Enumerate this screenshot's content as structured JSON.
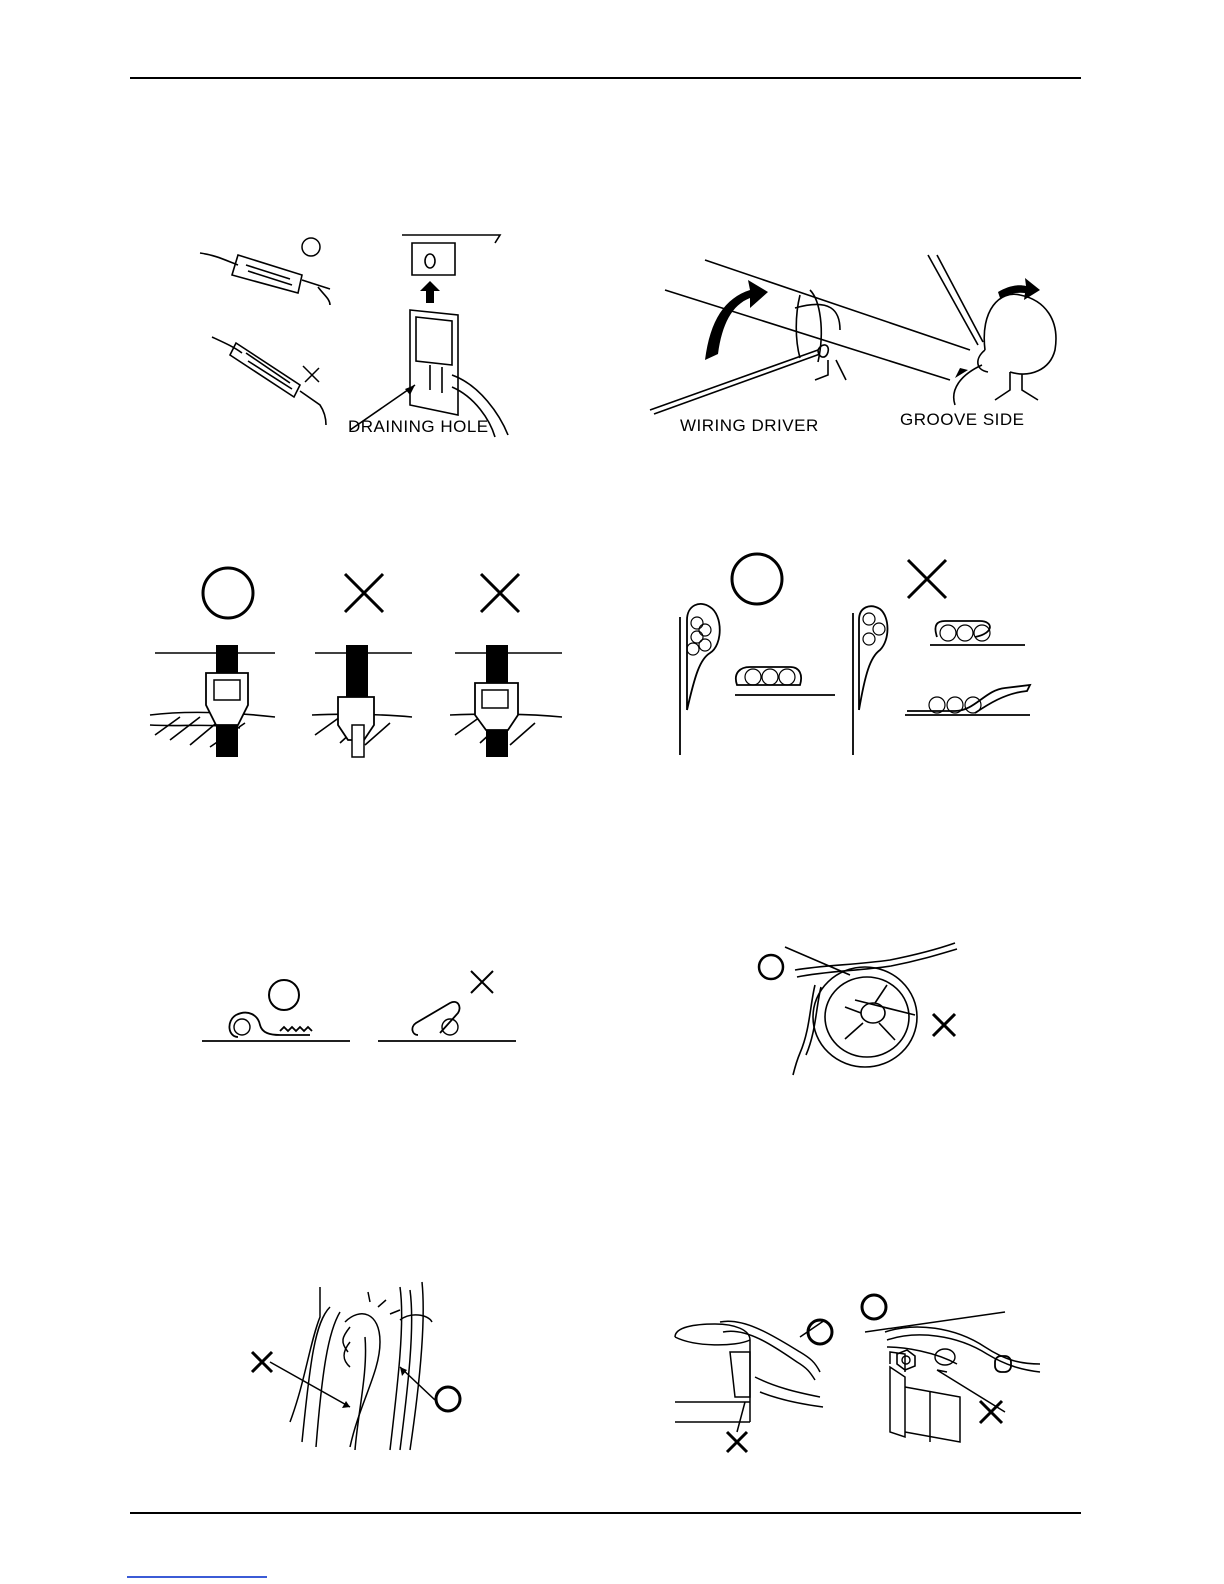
{
  "figures": {
    "fig1": {
      "label": "DRAINING HOLE",
      "correct_mark": "circle-mark",
      "wrong_mark": "cross-mark"
    },
    "fig2": {
      "label_left": "WIRING DRIVER",
      "label_right": "GROOVE SIDE"
    },
    "fig3": {
      "marks": [
        "circle-mark",
        "cross-mark",
        "cross-mark"
      ]
    },
    "fig4": {
      "marks": [
        "circle-mark",
        "cross-mark"
      ]
    },
    "fig5": {
      "marks": [
        "circle-mark",
        "cross-mark"
      ]
    },
    "fig6": {
      "marks": [
        "circle-mark",
        "cross-mark"
      ]
    },
    "fig7": {
      "marks": [
        "cross-mark",
        "circle-mark"
      ]
    },
    "fig8": {
      "marks": [
        "circle-mark",
        "cross-mark",
        "circle-mark",
        "cross-mark"
      ]
    }
  },
  "colors": {
    "ink": "#000000",
    "paper": "#ffffff",
    "link": "#3b5bd6"
  }
}
